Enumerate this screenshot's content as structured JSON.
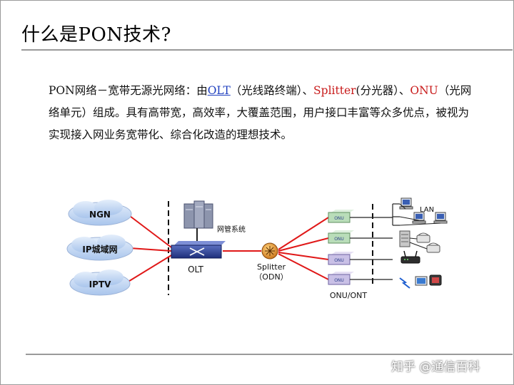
{
  "slide": {
    "title": "什么是PON技术?",
    "paragraph": {
      "p1": "PON网络－宽带无源光网络：由",
      "olt": "OLT",
      "p2": "（光线路终端）、",
      "splitter": "Splitter",
      "p3": "(分光器）、",
      "onu": "ONU",
      "p4": "（光网络单元）组成。具有高带宽，高效率，大覆盖范围，用户接口丰富等众多优点，被视为实现接入网业务宽带化、综合化改造的理想技术。"
    },
    "diagram": {
      "clouds": [
        "NGN",
        "IP城域网",
        "IPTV"
      ],
      "olt_label": "OLT",
      "nms_label": "网管系统",
      "splitter_label": "Splitter",
      "odn_label": "（ODN）",
      "onu_label": "ONU/ONT",
      "onu_tag": "ONU",
      "lan_label": "LAN"
    },
    "watermark": "知乎 @通信百科",
    "colors": {
      "fiber": "#e01818",
      "cloud": "#c8daf4",
      "onu": "#b9ddb9"
    }
  }
}
